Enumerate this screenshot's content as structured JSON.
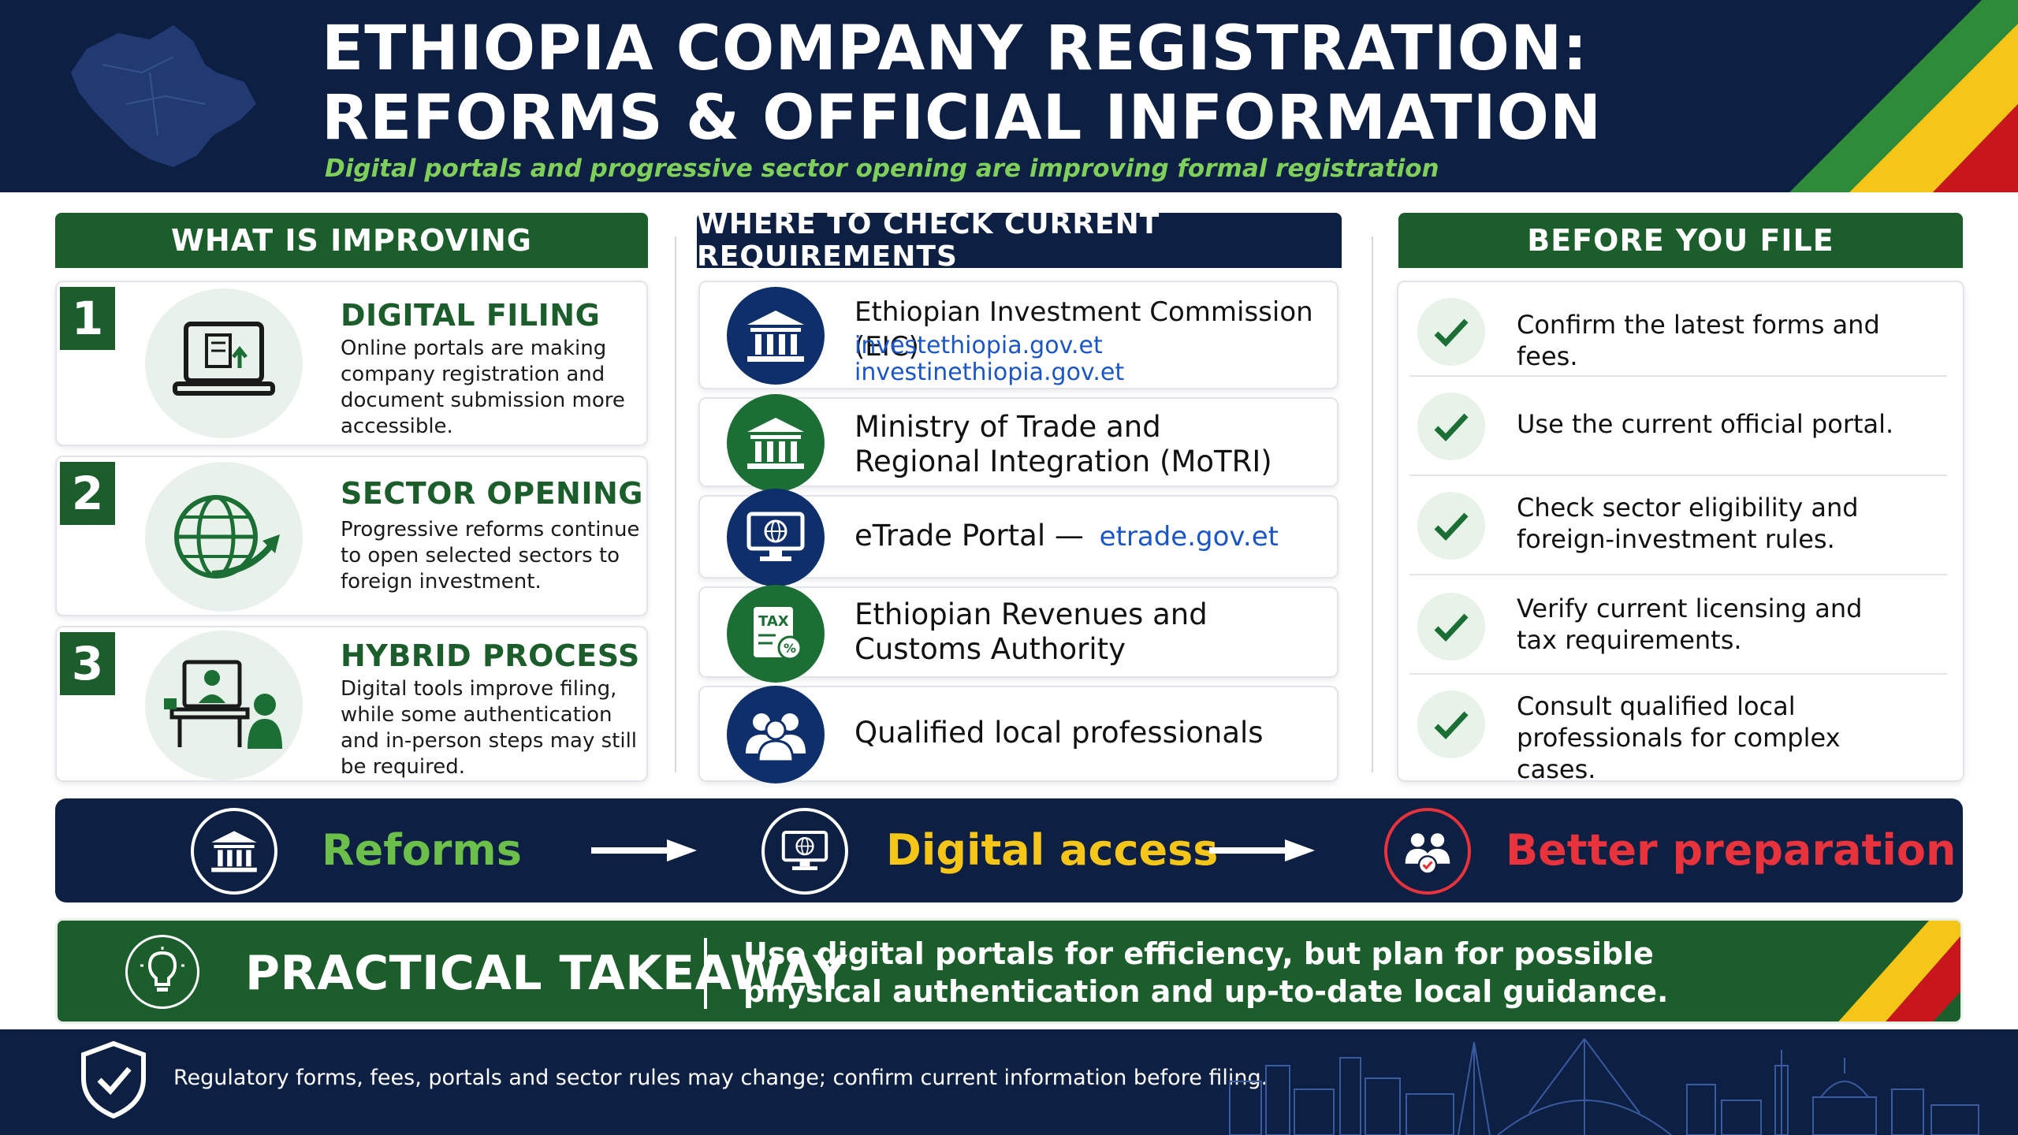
{
  "header": {
    "title": "ETHIOPIA COMPANY REGISTRATION: REFORMS & OFFICIAL INFORMATION",
    "subtitle": "Digital portals and progressive sector opening are improving formal registration"
  },
  "improving": {
    "heading": "WHAT IS IMPROVING",
    "items": [
      {
        "number": "1",
        "title": "DIGITAL FILING",
        "description": "Online portals are making company registration and document submission more accessible.",
        "icon": "laptop-upload-icon"
      },
      {
        "number": "2",
        "title": "SECTOR OPENING",
        "description": "Progressive reforms continue to open selected sectors to foreign investment.",
        "icon": "globe-arrow-icon"
      },
      {
        "number": "3",
        "title": "HYBRID PROCESS",
        "description": "Digital tools improve filing, while some authentication and in-person steps may still be required.",
        "icon": "in-person-desk-icon"
      }
    ]
  },
  "requirements": {
    "heading": "WHERE TO CHECK CURRENT REQUIREMENTS",
    "items": [
      {
        "name": "Ethiopian Investment Commission (EIC)",
        "links": [
          "investethiopia.gov.et",
          "investinethiopia.gov.et"
        ],
        "icon": "government-building-icon"
      },
      {
        "name": "Ministry of Trade and Regional Integration (MoTRI)",
        "icon": "government-building-icon"
      },
      {
        "name": "eTrade Portal —",
        "link": "etrade.gov.et",
        "icon": "monitor-globe-icon"
      },
      {
        "name": "Ethiopian Revenues and Customs Authority",
        "icon": "tax-document-icon",
        "icon_text": "TAX"
      },
      {
        "name": "Qualified local professionals",
        "icon": "professionals-icon"
      }
    ]
  },
  "before_file": {
    "heading": "BEFORE YOU FILE",
    "items": [
      "Confirm the latest forms and fees.",
      "Use the current official portal.",
      "Check sector eligibility and foreign-investment rules.",
      "Verify current licensing and tax requirements.",
      "Consult qualified local professionals for complex cases."
    ]
  },
  "flow": {
    "steps": [
      {
        "label": "Reforms",
        "color": "#6cc04a",
        "icon": "government-building-icon"
      },
      {
        "label": "Digital access",
        "color": "#f5c518",
        "icon": "monitor-globe-icon"
      },
      {
        "label": "Better preparation",
        "color": "#e8333c",
        "icon": "people-check-icon"
      }
    ]
  },
  "takeaway": {
    "title": "PRACTICAL TAKEAWAY",
    "text": "Use digital portals for efficiency, but plan for possible physical authentication and up-to-date local guidance.",
    "icon": "lightbulb-icon"
  },
  "footer": {
    "note": "Regulatory  forms, fees, portals and sector rules may change; confirm current information before filing.",
    "icon": "shield-check-icon"
  },
  "colors": {
    "navy": "#0e1f44",
    "green": "#1b5e2b",
    "flag_green": "#2e8b3a",
    "flag_yellow": "#f5c518",
    "flag_red": "#c8161d",
    "link_blue": "#1a56c8"
  }
}
